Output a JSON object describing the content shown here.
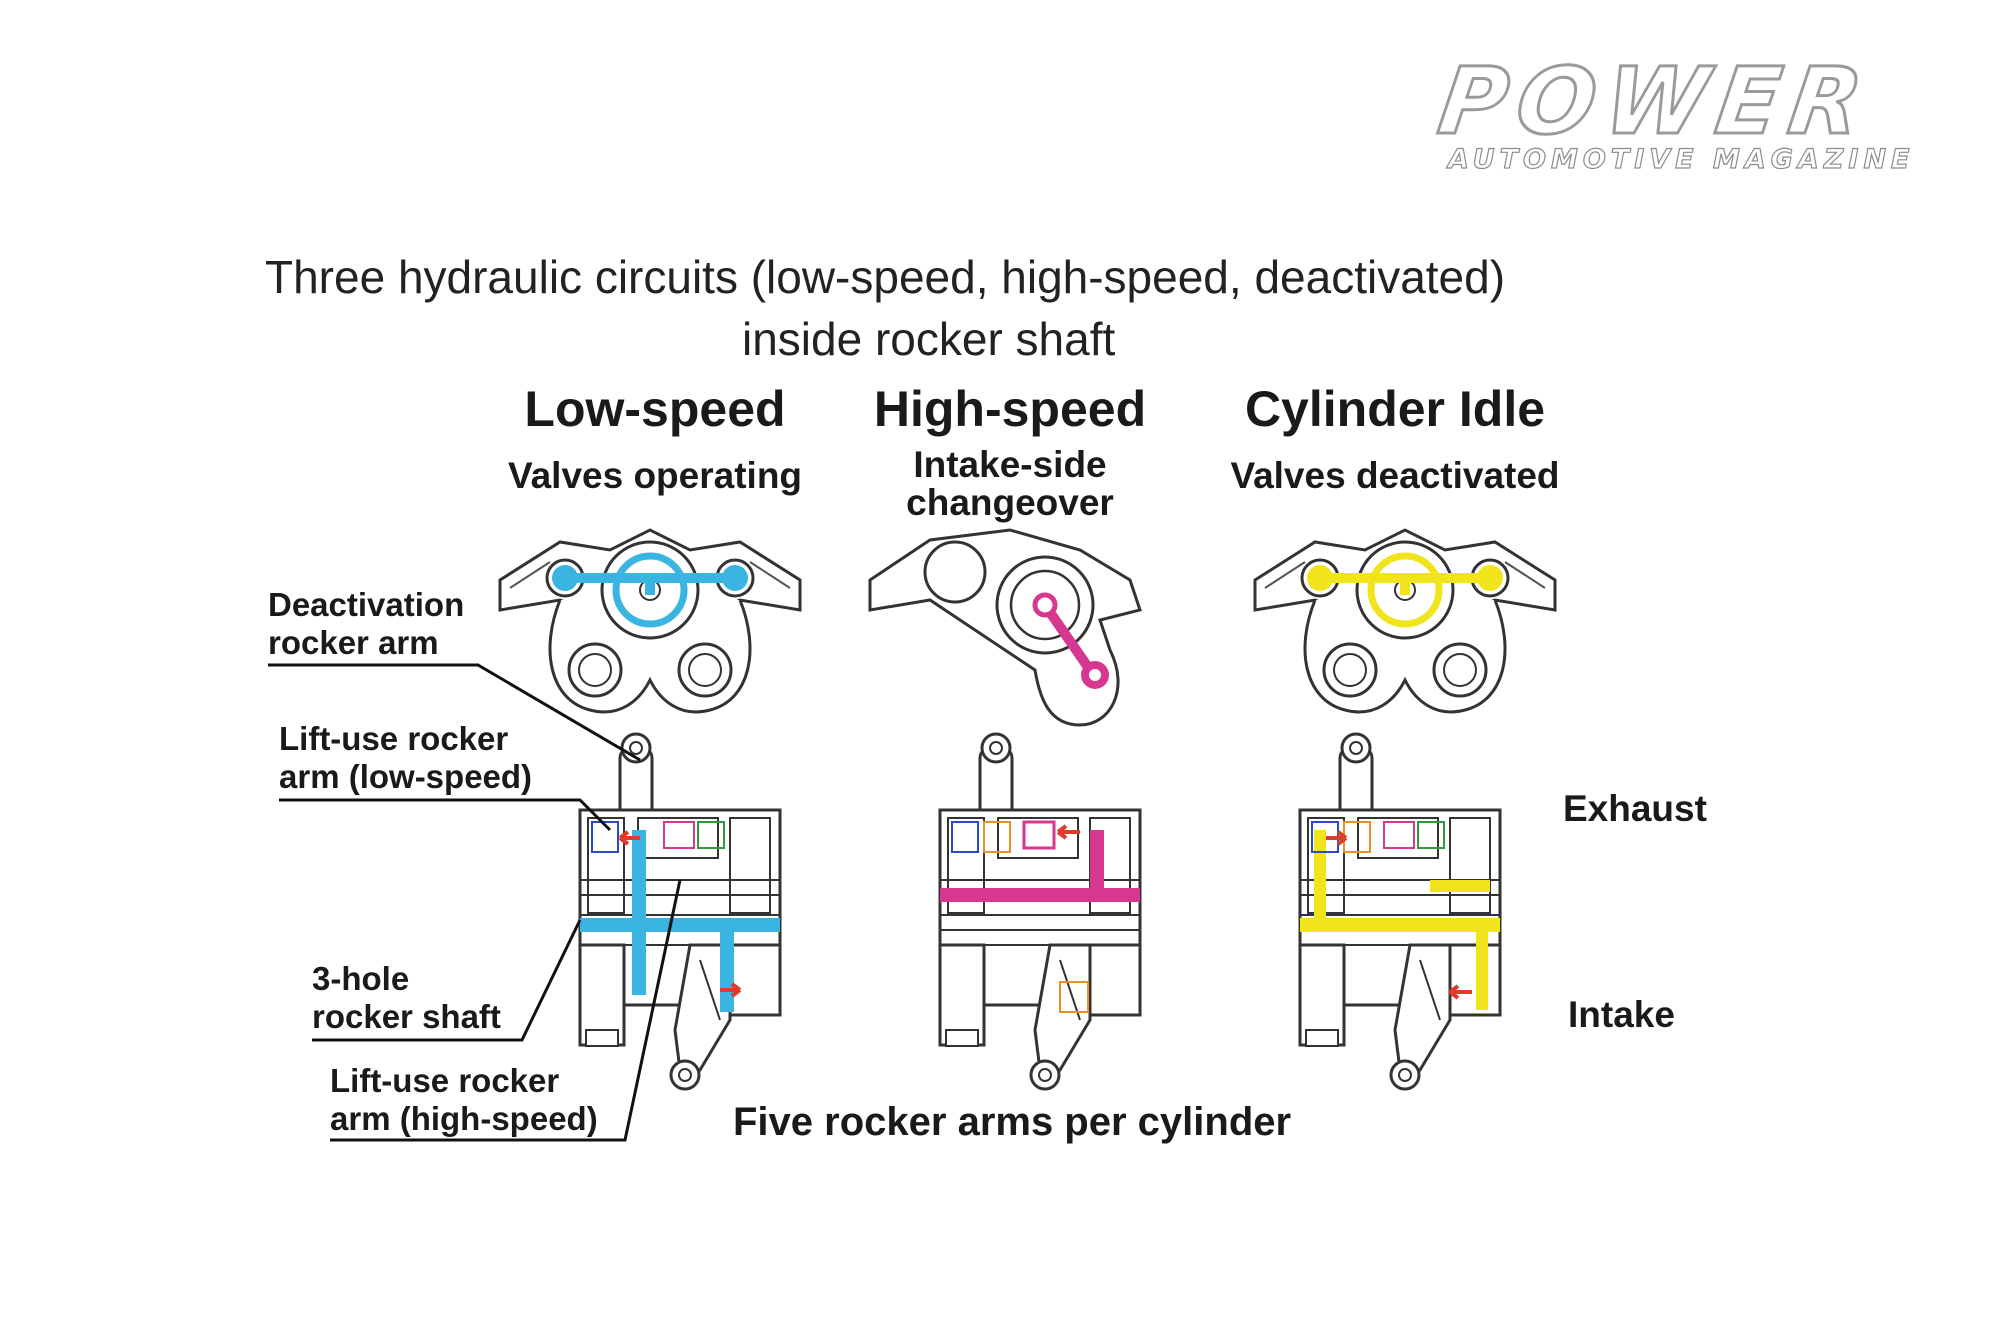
{
  "logo": {
    "main": "POWER",
    "sub": "AUTOMOTIVE MAGAZINE"
  },
  "title": {
    "line1": "Three hydraulic circuits (low-speed, high-speed, deactivated)",
    "line2": "inside rocker shaft"
  },
  "columns": [
    {
      "heading": "Low-speed",
      "sub": "Valves operating",
      "circuit_color": "#3ab4e0"
    },
    {
      "heading": "High-speed",
      "sub_line1": "Intake-side",
      "sub_line2": "changeover",
      "circuit_color": "#d6378f"
    },
    {
      "heading": "Cylinder Idle",
      "sub": "Valves deactivated",
      "circuit_color": "#f2e41c"
    }
  ],
  "labels": {
    "deactivation": [
      "Deactivation",
      "rocker arm"
    ],
    "lift_low": [
      "Lift-use rocker",
      "arm (low-speed)"
    ],
    "shaft": [
      "3-hole",
      "rocker shaft"
    ],
    "lift_high": [
      "Lift-use rocker",
      "arm (high-speed)"
    ]
  },
  "side_labels": {
    "exhaust": "Exhaust",
    "intake": "Intake"
  },
  "caption": "Five rocker arms per cylinder",
  "colors": {
    "outline": "#333333",
    "arrow": "#e03a2a",
    "hole_blue": "#2a4ac8",
    "hole_green": "#2f9a3a",
    "hole_orange": "#e8902a"
  }
}
